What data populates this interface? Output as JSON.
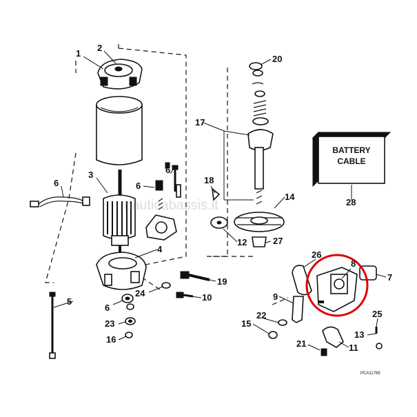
{
  "callouts": [
    "1",
    "2",
    "3",
    "4",
    "5",
    "6",
    "6",
    "6",
    "6",
    "7",
    "8",
    "9",
    "10",
    "11",
    "12",
    "13",
    "14",
    "15",
    "16",
    "17",
    "18",
    "19",
    "20",
    "21",
    "22",
    "23",
    "24",
    "25",
    "26",
    "27",
    "28"
  ],
  "battery_box": {
    "line1": "BATTERY",
    "line2": "CABLE"
  },
  "figure_code": "PCA11789",
  "watermark": "nauticabassis.it",
  "highlight": {
    "shape": "circle",
    "color": "#e00000"
  }
}
